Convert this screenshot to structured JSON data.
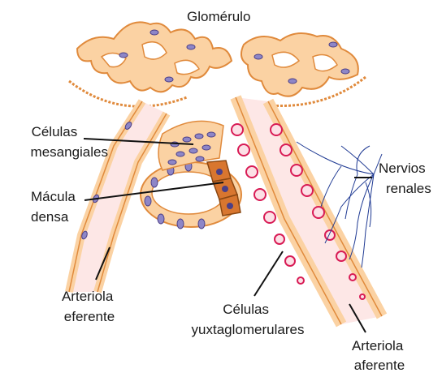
{
  "labels": {
    "glomerulo": "Glomérulo",
    "celulas_mesangiales": [
      "Células",
      "mesangiales"
    ],
    "macula_densa": [
      "Mácula",
      "densa"
    ],
    "nervios_renales": [
      "Nervios",
      "renales"
    ],
    "arteriola_eferente": [
      "Arteriola",
      "eferente"
    ],
    "celulas_yuxtaglomerulares": [
      "Células",
      "yuxtaglomerulares"
    ],
    "arteriola_aferente": [
      "Arteriola",
      "aferente"
    ]
  },
  "colors": {
    "tissue_fill": "#fbd2a3",
    "tissue_stroke": "#e08a3c",
    "lumen": "#fde7e6",
    "nucleus": "#8e86c7",
    "nucleus_stroke": "#4b3f87",
    "macula_cells": "#d8762f",
    "jg_cell": "#d81b55",
    "jg_granule_bg": "#fce0e6",
    "nerve": "#1f3a93",
    "background": "#ffffff"
  }
}
